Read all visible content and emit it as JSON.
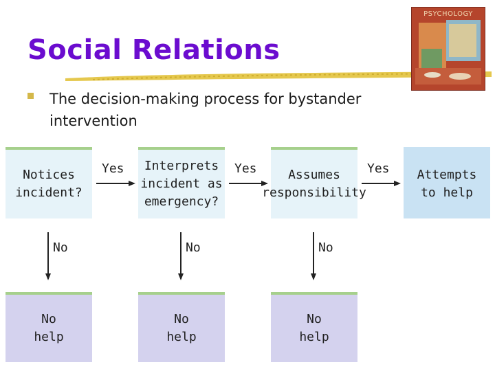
{
  "slide": {
    "title": "Social Relations",
    "bullet": "The decision-making process for bystander intervention"
  },
  "book": {
    "title": "PSYCHOLOGY",
    "icon": "textbook-cover-image"
  },
  "flowchart": {
    "steps": [
      "Notices\nincident?",
      "Interprets\nincident as\nemergency?",
      "Assumes\nresponsibility",
      "Attempts\nto help"
    ],
    "yes_label": "Yes",
    "no_label": "No",
    "no_help": "No\nhelp",
    "colors": {
      "step_fill": "#e6f3f9",
      "final_fill": "#c9e2f3",
      "nohelp_fill": "#d4d2ee",
      "accent_bar": "#a6d08c",
      "title_color": "#6b0ccf"
    }
  }
}
